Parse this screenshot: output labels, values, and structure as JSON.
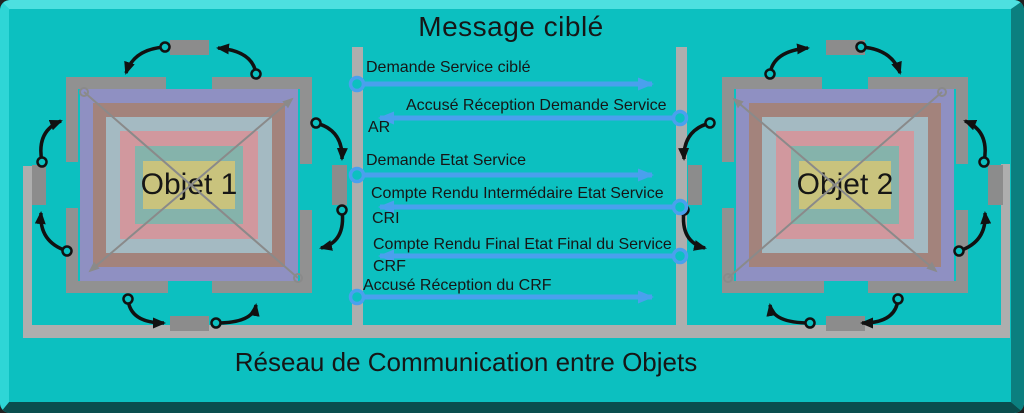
{
  "title": "Message ciblé",
  "footer": "Réseau de Communication entre Objets",
  "objects": [
    {
      "label": "Objet 1"
    },
    {
      "label": "Objet 2"
    }
  ],
  "messages": [
    {
      "text": "Demande Service ciblé",
      "sub": "",
      "direction": "right"
    },
    {
      "text": "Accusé Réception Demande Service",
      "sub": "AR",
      "direction": "left"
    },
    {
      "text": "Demande Etat Service",
      "sub": "",
      "direction": "right"
    },
    {
      "text": "Compte Rendu Intermédaire Etat Service",
      "sub": "CRI",
      "direction": "left"
    },
    {
      "text": "Compte Rendu Final Etat Final du Service",
      "sub": "CRF",
      "direction": "left"
    },
    {
      "text": "Accusé Réception du CRF",
      "sub": "",
      "direction": "right"
    }
  ],
  "colors": {
    "bg": "#0cc0c0",
    "bevel_top": "#4de0e0",
    "bevel_left": "#2ed6d6",
    "bevel_right": "#0b7f7f",
    "bevel_bottom": "#0a4e4e",
    "network_gray": "#aeaeae",
    "frame_gray": "#919191",
    "port_gray": "#8c8c8c",
    "diagonal_gray": "#8a8a8a",
    "arrow_blue": "#4aa0ee",
    "arrow_black": "#111111",
    "text": "#161616",
    "band_purple": "#8f90c2",
    "band_brown": "#a3837c",
    "band_slate": "#a4bac2",
    "band_pink": "#d1989e",
    "band_teal": "#85b3ab",
    "band_yellow": "#c9c37d"
  }
}
